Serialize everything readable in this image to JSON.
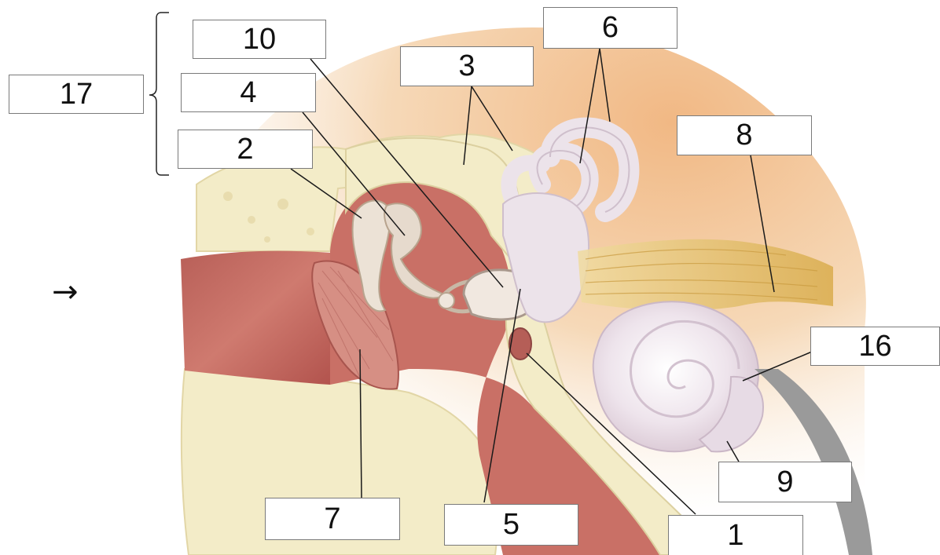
{
  "labels": {
    "l17": "17",
    "l10": "10",
    "l4": "4",
    "l2": "2",
    "l3": "3",
    "l6": "6",
    "l8": "8",
    "l16": "16",
    "l9": "9",
    "l7": "7",
    "l5": "5",
    "l1": "1"
  },
  "arrow": "→",
  "colors": {
    "background": "#ffffff",
    "leader_line": "#1a1a1a",
    "box_border": "#7a7a7a",
    "bone": "#f3ecc8",
    "canal_red": "#c86a60",
    "skin_glow": "#f4c99a",
    "inner_ear": "#ece3ea",
    "nerve": "#e7c36a"
  }
}
